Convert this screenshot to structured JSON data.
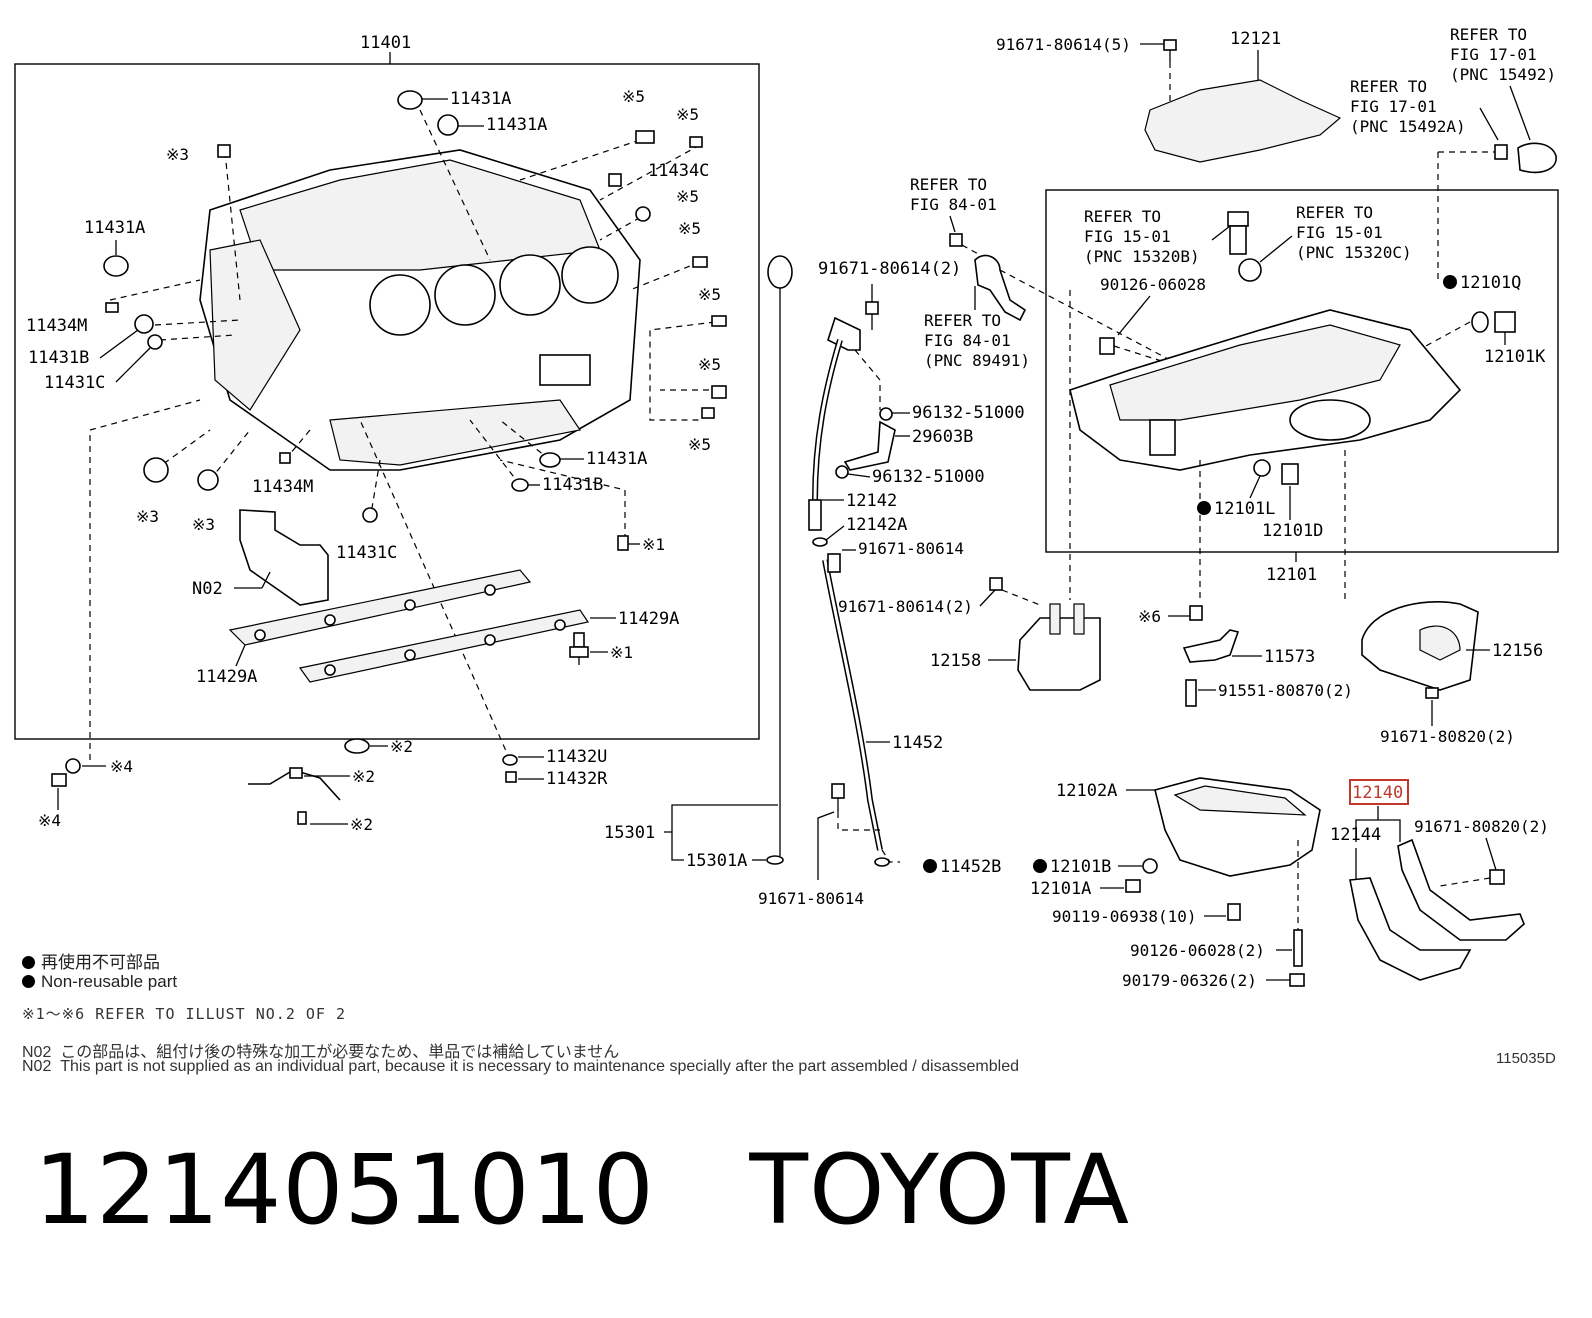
{
  "labels": {
    "block_group": "11401",
    "p11431A_1": "11431A",
    "p11431A_2": "11431A",
    "p11431A_3": "11431A",
    "p11431A_4": "11431A",
    "p11434C": "11434C",
    "p11434M_1": "11434M",
    "p11434M_2": "11434M",
    "p11431B_1": "11431B",
    "p11431B_2": "11431B",
    "p11431C_1": "11431C",
    "p11431C_2": "11431C",
    "pN02": "N02",
    "p11429A_1": "11429A",
    "p11429A_2": "11429A",
    "p11432U": "11432U",
    "p11432R": "11432R",
    "ref5a": "※5",
    "ref5b": "※5",
    "ref5c": "※5",
    "ref5d": "※5",
    "ref5e": "※5",
    "ref5f": "※5",
    "ref5g": "※5",
    "ref3a": "※3",
    "ref3b": "※3",
    "ref3c": "※3",
    "ref1a": "※1",
    "ref1b": "※1",
    "ref2a": "※2",
    "ref2b": "※2",
    "ref2c": "※2",
    "ref4a": "※4",
    "ref4b": "※4",
    "ref6": "※6",
    "p91671_80614_5": "91671-80614(5)",
    "p12121": "12121",
    "refer17_a": "REFER TO",
    "refer17_a2": "FIG 17-01",
    "refer17_a3": "(PNC 15492)",
    "refer17_b": "REFER TO",
    "refer17_b2": "FIG 17-01",
    "refer17_b3": "(PNC 15492A)",
    "refer84_a": "REFER TO",
    "refer84_a2": "FIG 84-01",
    "refer84_b": "REFER TO",
    "refer84_b2": "FIG 84-01",
    "refer84_b3": "(PNC 89491)",
    "refer15_a": "REFER TO",
    "refer15_a2": "FIG 15-01",
    "refer15_a3": "(PNC 15320B)",
    "refer15_b": "REFER TO",
    "refer15_b2": "FIG 15-01",
    "refer15_b3": "(PNC 15320C)",
    "p91671_80614_2a": "91671-80614(2)",
    "p90126_06028": "90126-06028",
    "p12101Q": "12101Q",
    "p12101K": "12101K",
    "p96132_51000_a": "96132-51000",
    "p29603B": "29603B",
    "p96132_51000_b": "96132-51000",
    "p12142": "12142",
    "p12142A": "12142A",
    "p91671_80614_a": "91671-80614",
    "p12101L": "12101L",
    "p12101D": "12101D",
    "p12101": "12101",
    "p91671_80614_2b": "91671-80614(2)",
    "p12158": "12158",
    "p11573": "11573",
    "p12156": "12156",
    "p91551_80870_2": "91551-80870(2)",
    "p91671_80820_2a": "91671-80820(2)",
    "p11452": "11452",
    "p15301": "15301",
    "p15301A": "15301A",
    "p91671_80614_b": "91671-80614",
    "p11452B": "11452B",
    "p12102A": "12102A",
    "p12101B": "12101B",
    "p12101A": "12101A",
    "p90119_06938_10": "90119-06938(10)",
    "p90126_06028_2": "90126-06028(2)",
    "p90179_06326_2": "90179-06326(2)",
    "p12140": "12140",
    "p12144": "12144",
    "p91671_80820_2b": "91671-80820(2)"
  },
  "highlight_color": "#c0392b",
  "legend": {
    "non_reusable_jp": "再使用不可部品",
    "non_reusable_en": "Non-reusable part",
    "refer_note": "※1～※6 REFER TO ILLUST NO.2 OF 2"
  },
  "notes": {
    "n02_jp_code": "N02",
    "n02_jp": "この部品は、組付け後の特殊な加工が必要なため、単品では補給していません",
    "n02_en_code": "N02",
    "n02_en": "This part is not supplied as an individual part, because it is necessary to maintenance specially after the part assembled / disassembled"
  },
  "drawing_id": "115035D",
  "footer": {
    "part_number": "1214051010",
    "brand": "TOYOTA"
  }
}
